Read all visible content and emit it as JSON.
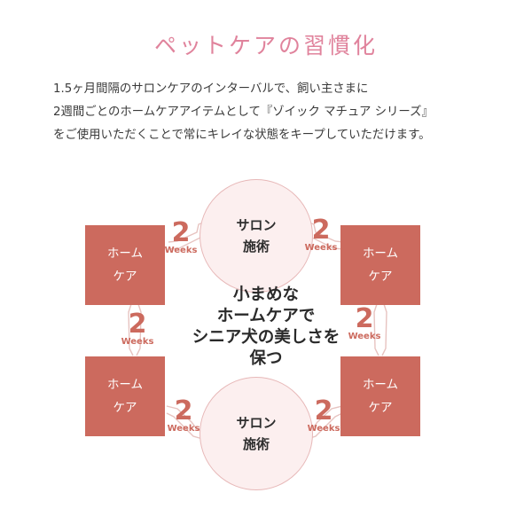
{
  "title": "ペットケアの習慣化",
  "description": {
    "line1": "1.5ヶ月間隔のサロンケアのインターバルで、飼い主さまに",
    "line2": "2週間ごとのホームケアアイテムとして『ゾイック マチュア シリーズ』",
    "line3": "をご使用いただくことで常にキレイな状態をキープしていただけます。"
  },
  "diagram": {
    "salon_top": {
      "line1": "サロン",
      "line2": "施術"
    },
    "salon_bottom": {
      "line1": "サロン",
      "line2": "施術"
    },
    "home_tl": {
      "line1": "ホーム",
      "line2": "ケア"
    },
    "home_tr": {
      "line1": "ホーム",
      "line2": "ケア"
    },
    "home_bl": {
      "line1": "ホーム",
      "line2": "ケア"
    },
    "home_br": {
      "line1": "ホーム",
      "line2": "ケア"
    },
    "center": {
      "line1": "小まめな",
      "line2": "ホームケアで",
      "line3": "シニア犬の美しさを",
      "line4": "保つ"
    },
    "interval_number": "2",
    "interval_unit": "Weeks",
    "colors": {
      "accent": "#cc6a5e",
      "title": "#e0839c",
      "circle_fill": "#fcefef",
      "connector": "#e7c3c0"
    }
  }
}
